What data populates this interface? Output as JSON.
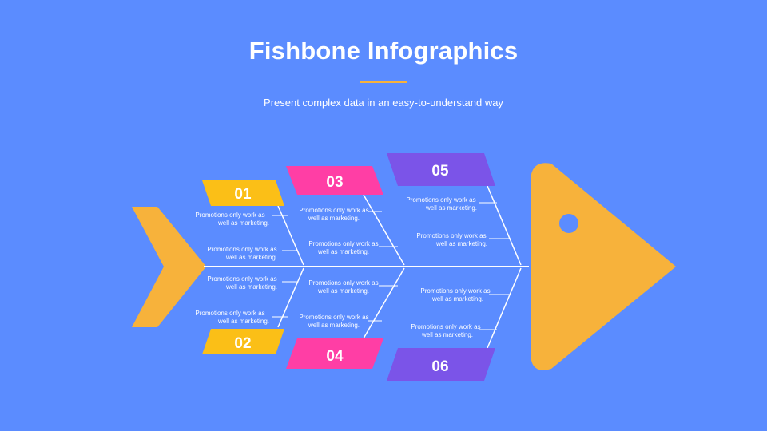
{
  "header": {
    "title": "Fishbone Infographics",
    "subtitle": "Present complex data in an easy-to-understand way"
  },
  "colors": {
    "background": "#5b8cff",
    "yellow": "#f7b23b",
    "tag_yellow": "#fbbf17",
    "pink": "#ff3ea5",
    "purple": "#7b54e8",
    "line": "#ffffff"
  },
  "categories": [
    {
      "number": "01",
      "items": [
        {
          "line1": "Promotions only work as",
          "line2": "well as marketing."
        },
        {
          "line1": "Promotions only work as",
          "line2": "well as marketing."
        }
      ]
    },
    {
      "number": "02",
      "items": [
        {
          "line1": "Promotions only work as",
          "line2": "well as marketing."
        },
        {
          "line1": "Promotions only work as",
          "line2": "well as marketing."
        }
      ]
    },
    {
      "number": "03",
      "items": [
        {
          "line1": "Promotions only work as",
          "line2": "well as marketing."
        },
        {
          "line1": "Promotions only work as",
          "line2": "well as marketing."
        }
      ]
    },
    {
      "number": "04",
      "items": [
        {
          "line1": "Promotions only work as",
          "line2": "well as marketing."
        },
        {
          "line1": "Promotions only work as",
          "line2": "well as marketing."
        }
      ]
    },
    {
      "number": "05",
      "items": [
        {
          "line1": "Promotions only work as",
          "line2": "well as marketing."
        },
        {
          "line1": "Promotions only work as",
          "line2": "well as marketing."
        }
      ]
    },
    {
      "number": "06",
      "items": [
        {
          "line1": "Promotions only work as",
          "line2": "well as marketing."
        },
        {
          "line1": "Promotions only work as",
          "line2": "well as marketing."
        }
      ]
    }
  ]
}
